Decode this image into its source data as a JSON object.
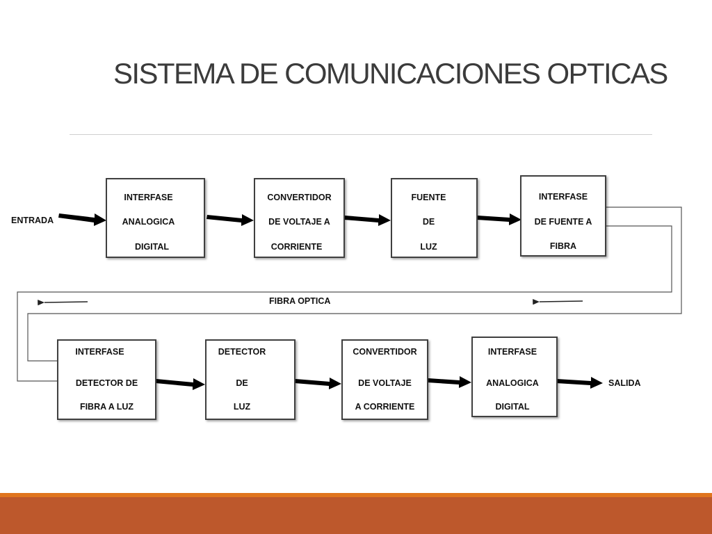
{
  "slide": {
    "title": "SISTEMA DE COMUNICACIONES OPTICAS",
    "accent_color": "#e0751e",
    "footer_color": "#bd582c"
  },
  "diagram": {
    "input_label": "ENTRADA",
    "output_label": "SALIDA",
    "fiber_label": "FIBRA OPTICA",
    "top_row": [
      {
        "lines": [
          "INTERFASE",
          "ANALOGICA",
          "DIGITAL"
        ]
      },
      {
        "lines": [
          "CONVERTIDOR",
          "DE VOLTAJE A",
          "CORRIENTE"
        ]
      },
      {
        "lines": [
          "FUENTE",
          "DE",
          "LUZ"
        ]
      },
      {
        "lines": [
          "INTERFASE",
          "DE FUENTE A",
          "FIBRA"
        ]
      }
    ],
    "bottom_row": [
      {
        "lines": [
          "INTERFASE",
          "DETECTOR  DE",
          "FIBRA A LUZ"
        ]
      },
      {
        "lines": [
          "DETECTOR",
          "DE",
          "LUZ"
        ]
      },
      {
        "lines": [
          "CONVERTIDOR",
          "DE VOLTAJE",
          "A CORRIENTE"
        ]
      },
      {
        "lines": [
          "INTERFASE",
          "ANALOGICA",
          "DIGITAL"
        ]
      }
    ]
  }
}
